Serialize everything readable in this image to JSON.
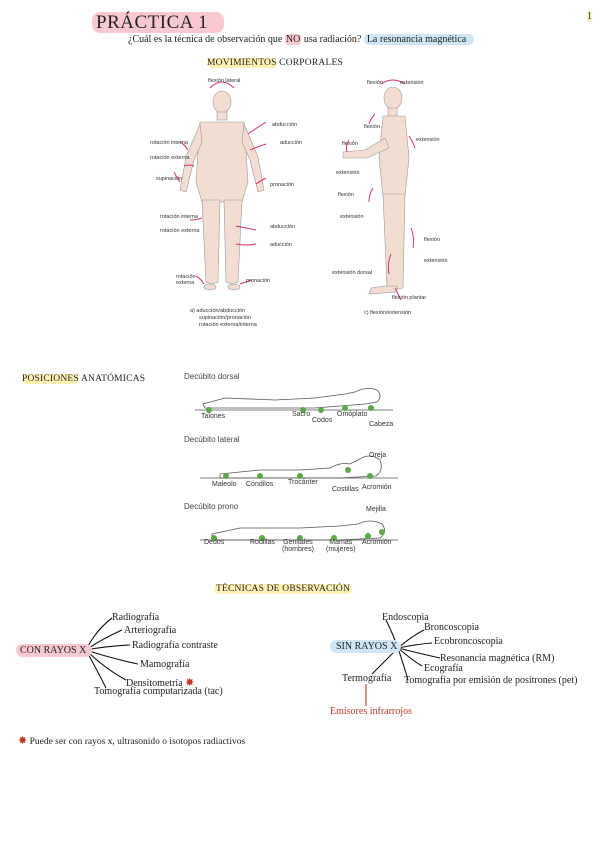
{
  "page_number": "1",
  "title": "PRÁCTICA 1",
  "question": {
    "prefix": "¿Cuál es la técnica de observación que ",
    "emphasis": "NO",
    "suffix": " usa radiación?",
    "answer": "La resonancia magnética"
  },
  "movements": {
    "heading_a": "MOVIMIENTOS",
    "heading_b": " CORPORALES",
    "front_labels": [
      "flexión lateral",
      "abducción",
      "aducción",
      "rotación interna",
      "rotación externa",
      "supinación",
      "pronación",
      "rotación interna",
      "rotación externa",
      "abducción",
      "aducción",
      "rotación externa",
      "pronación"
    ],
    "front_caption": [
      "a)  aducción/abducción",
      "supinación/pronación",
      "rotación externa/interna"
    ],
    "side_labels": [
      "flexión",
      "extensión",
      "flexión",
      "extensión",
      "flexión",
      "extensión",
      "flexión",
      "extensión",
      "flexión",
      "extensión",
      "extensión dorsal",
      "flexión plantar"
    ],
    "side_caption": "c)  flexión/extensión"
  },
  "positions": {
    "heading_a": "POSICIONES",
    "heading_b": " ANATÓMICAS",
    "dorsal": {
      "title": "Decúbito dorsal",
      "points": [
        "Talones",
        "Sacro",
        "Codos",
        "Omóplato",
        "Cabeza"
      ]
    },
    "lateral": {
      "title": "Decúbito lateral",
      "points": [
        "Maleolo",
        "Cóndilos",
        "Trocánter",
        "Costillas",
        "Acromión",
        "Oreja"
      ]
    },
    "prono": {
      "title": "Decúbito prono",
      "points": [
        "Dedos",
        "Rodillas",
        "Genitales",
        "(hombres)",
        "Mamas",
        "(mujeres)",
        "Acromión",
        "Mejilla"
      ]
    }
  },
  "techniques": {
    "heading": "TÉCNICAS DE OBSERVACIÓN",
    "con_rayos": {
      "label": "CON RAYOS X",
      "items": [
        "Radiografía",
        "Arteriografía",
        "Radiografía contraste",
        "Mamografía",
        "Densitometría",
        "Tomografía computarizada (tac)"
      ]
    },
    "sin_rayos": {
      "label": "SIN RAYOS X",
      "items": [
        "Endoscopia",
        "Broncoscopia",
        "Ecobroncoscopia",
        "Resonancia magnética (RM)",
        "Ecografía",
        "Tomografía por emisión de positrones (pet)",
        "Termografía"
      ],
      "sub_item": "Emisores infrarrojos"
    },
    "footnote": "Puede ser con rayos x, ultrasonido o isotopos radiactivos"
  },
  "colors": {
    "highlight_pink": "#f9c9cf",
    "highlight_blue": "#cfe6f4",
    "highlight_yellow": "#fff1b3",
    "accent_red": "#c0392b",
    "arrow_pink": "#d6336c",
    "dot_green": "#5aa84a"
  }
}
